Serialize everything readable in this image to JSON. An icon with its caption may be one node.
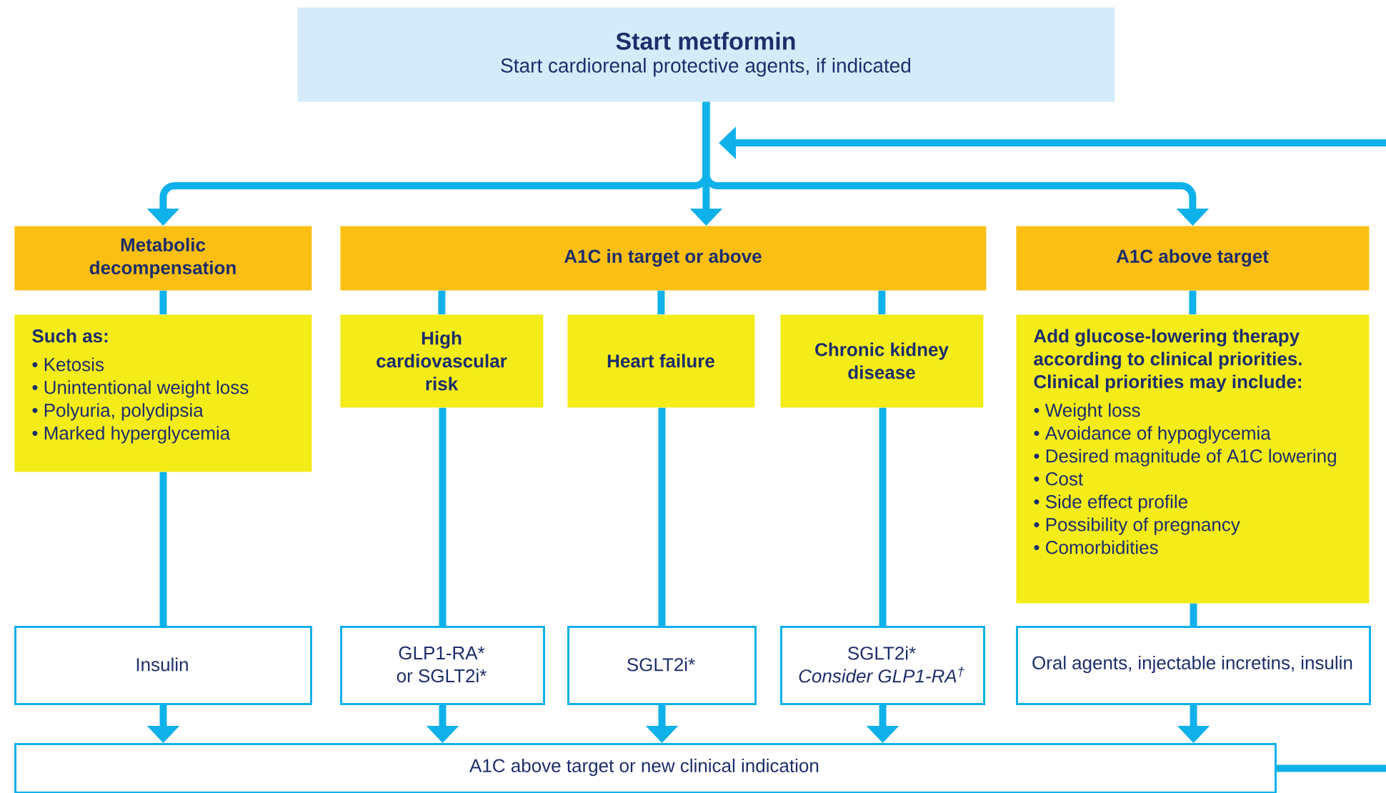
{
  "diagram": {
    "nodes": [
      {
        "text": [
          "Start metformin",
          "Start cardiorenal protective agents, if indicated"
        ]
      },
      {
        "text": [
          "Metabolic decompensation"
        ]
      },
      {
        "text": [
          "A1C in target or above"
        ]
      },
      {
        "text": [
          "A1C above target"
        ]
      },
      {
        "text": [
          "Such as:",
          "• Ketosis",
          "• Unintentional weight loss",
          "• Polyuria, polydipsia",
          "• Marked hyperglycemia"
        ]
      },
      {
        "text": [
          "High cardiovascular risk"
        ]
      },
      {
        "text": [
          "Heart failure"
        ]
      },
      {
        "text": [
          "Chronic kidney disease"
        ]
      },
      {
        "text": [
          "Add glucose-lowering therapy according to clinical priorities. Clinical priorities may include:",
          "• Weight loss",
          "• Avoidance of hypoglycemia",
          "• Desired magnitude of A1C lowering",
          "• Cost",
          "• Side effect profile",
          "• Possibility of pregnancy",
          "• Comorbidities"
        ]
      },
      {
        "text": [
          "Insulin"
        ]
      },
      {
        "text": [
          "GLP1-RA* or SGLT2i*"
        ]
      },
      {
        "text": [
          "SGLT2i*"
        ]
      },
      {
        "text": [
          "SGLT2i*",
          "Consider GLP1-RA$^{†}$"
        ]
      },
      {
        "text": [
          "Oral agents, injectable incretins, insulin"
        ]
      },
      {
        "text": [
          "A1C above target or new clinical indication"
        ]
      }
    ],
    "edges": [
      {
        "from": 0,
        "to": 1,
        "arrow": "to"
      },
      {
        "from": 0,
        "to": 2,
        "arrow": "to"
      },
      {
        "from": 0,
        "to": 3,
        "arrow": "to"
      },
      {
        "from": 1,
        "to": 4,
        "arrow": "none"
      },
      {
        "from": 2,
        "to": 5,
        "arrow": "none"
      },
      {
        "from": 2,
        "to": 6,
        "arrow": "none"
      },
      {
        "from": 2,
        "to": 7,
        "arrow": "none"
      },
      {
        "from": 3,
        "to": 8,
        "arrow": "none"
      },
      {
        "from": 4,
        "to": 9,
        "arrow": "none"
      },
      {
        "from": 5,
        "to": 10,
        "arrow": "none"
      },
      {
        "from": 6,
        "to": 11,
        "arrow": "none"
      },
      {
        "from": 7,
        "to": 12,
        "arrow": "none"
      },
      {
        "from": 8,
        "to": 13,
        "arrow": "none"
      },
      {
        "from": 9,
        "to": 14,
        "arrow": "to"
      },
      {
        "from": 10,
        "to": 14,
        "arrow": "to"
      },
      {
        "from": 11,
        "to": 14,
        "arrow": "to"
      },
      {
        "from": 12,
        "to": 14,
        "arrow": "to"
      },
      {
        "from": 13,
        "to": 14,
        "arrow": "to"
      },
      {
        "from": 14,
        "to": null,
        "arrow": "to"
      }
    ]
  }
}
